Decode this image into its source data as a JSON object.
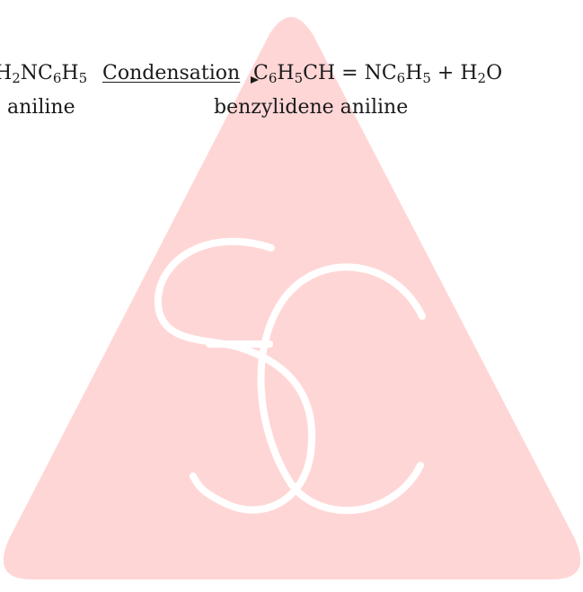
{
  "colors": {
    "watermark_fill": "#ffd6d6",
    "watermark_stroke": "#ffffff",
    "text": "#1a1a1a"
  },
  "watermark": {
    "icon": "sc-logo-triangle-icon",
    "letters": "SC"
  },
  "equation": {
    "left": {
      "p1": "H",
      "s1": "2",
      "p2": "NC",
      "s2": "6",
      "p3": "H",
      "s3": "5"
    },
    "arrow_label": "Condensation",
    "right": {
      "p1": "C",
      "s1": "6",
      "p2": "H",
      "s2": "5",
      "p3": "CH = NC",
      "s3": "6",
      "p4": "H",
      "s4": "5",
      "p5": " + H",
      "s5": "2",
      "p6": "O"
    },
    "labels": {
      "reactant": "aniline",
      "product": "benzylidene aniline"
    }
  }
}
